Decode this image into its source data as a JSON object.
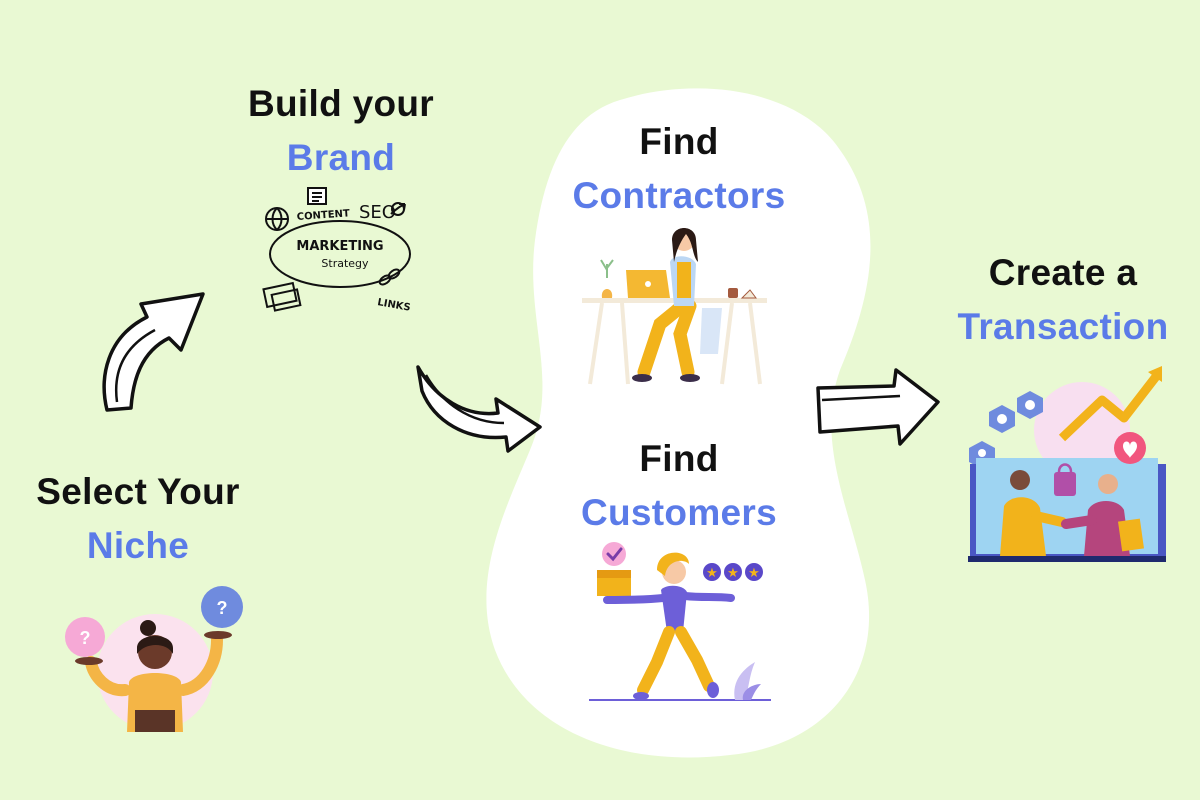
{
  "colors": {
    "background": "#e9f9d3",
    "blob": "#ffffff",
    "heading": "#111111",
    "accent": "#5b7be8"
  },
  "steps": {
    "niche": {
      "line1": "Select Your",
      "line2": "Niche",
      "illustration": "person-weighing-questions"
    },
    "brand": {
      "line1": "Build your",
      "line2": "Brand",
      "illustration": "marketing-strategy-doodle"
    },
    "contractors": {
      "line1": "Find",
      "line2": "Contractors",
      "illustration": "woman-working-laptop"
    },
    "customers": {
      "line1": "Find",
      "line2": "Customers",
      "illustration": "woman-with-box-and-stars"
    },
    "transaction": {
      "line1": "Create a",
      "line2": "Transaction",
      "illustration": "handshake-on-screen"
    }
  },
  "doodle": {
    "center": "MARKETING",
    "center_sub": "Strategy",
    "content": "CONTENT",
    "seo": "SEO",
    "links": "LINKS"
  },
  "badges": {
    "question_mark": "?"
  },
  "arrows": [
    "arrow-up-right",
    "arrow-down-right",
    "arrow-right"
  ]
}
